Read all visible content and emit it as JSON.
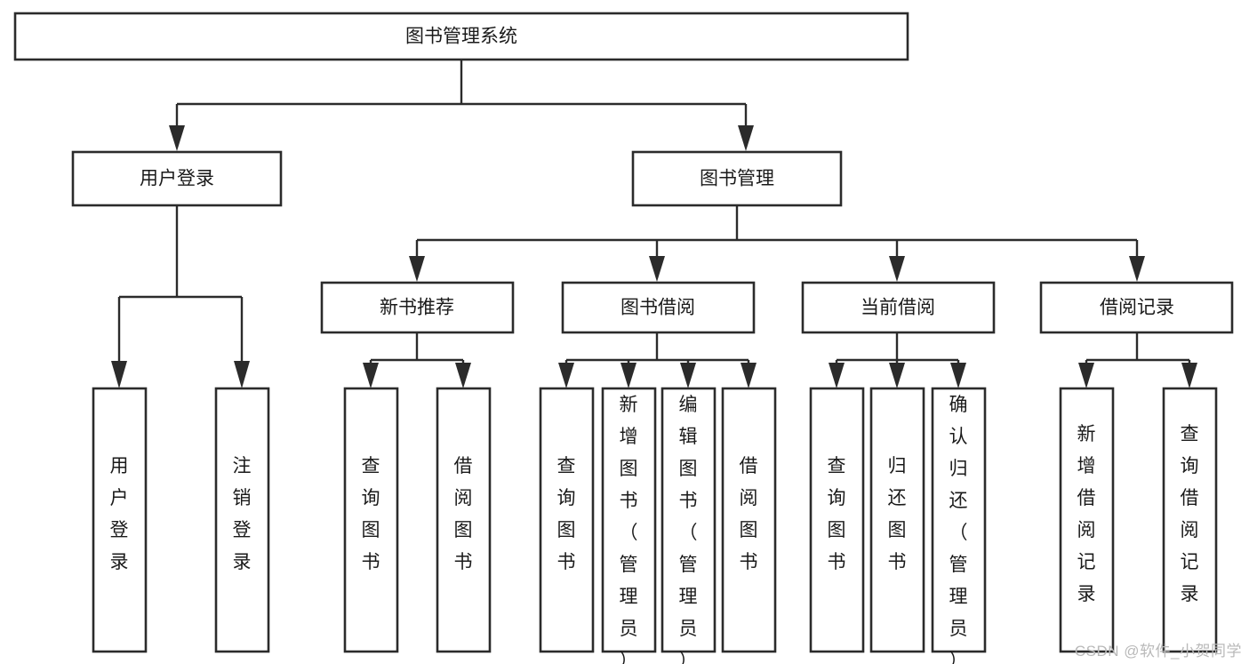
{
  "diagram": {
    "title": "图书管理系统",
    "type": "hierarchy-tree",
    "watermark": "CSDN @软件_小贺同学",
    "colors": {
      "stroke": "#2b2b2b",
      "fill": "#ffffff",
      "text": "#1a1a1a",
      "watermark": "#b9b9b9"
    },
    "nodes": {
      "root": {
        "label": "图书管理系统",
        "level": 1,
        "orientation": "horizontal"
      },
      "l2": [
        {
          "id": "user-login",
          "label": "用户登录",
          "level": 2,
          "orientation": "horizontal"
        },
        {
          "id": "book-manage",
          "label": "图书管理",
          "level": 2,
          "orientation": "horizontal"
        }
      ],
      "l3": [
        {
          "id": "new-book-rec",
          "label": "新书推荐",
          "level": 3,
          "orientation": "horizontal"
        },
        {
          "id": "book-borrow",
          "label": "图书借阅",
          "level": 3,
          "orientation": "horizontal"
        },
        {
          "id": "current-borrow",
          "label": "当前借阅",
          "level": 3,
          "orientation": "horizontal"
        },
        {
          "id": "borrow-record",
          "label": "借阅记录",
          "level": 3,
          "orientation": "horizontal"
        }
      ],
      "leaves": [
        {
          "id": "leaf-user-login",
          "label": "用户登录",
          "parent": "user-login",
          "orientation": "vertical"
        },
        {
          "id": "leaf-logout-login",
          "label": "注销登录",
          "parent": "user-login",
          "orientation": "vertical"
        },
        {
          "id": "leaf-query-book-1",
          "label": "查询图书",
          "parent": "new-book-rec",
          "orientation": "vertical"
        },
        {
          "id": "leaf-borrow-book-1",
          "label": "借阅图书",
          "parent": "new-book-rec",
          "orientation": "vertical"
        },
        {
          "id": "leaf-query-book-2",
          "label": "查询图书",
          "parent": "book-borrow",
          "orientation": "vertical"
        },
        {
          "id": "leaf-add-book",
          "label": "新增图书（管理员）",
          "parent": "book-borrow",
          "orientation": "vertical"
        },
        {
          "id": "leaf-edit-book",
          "label": "编辑图书（管理员）",
          "parent": "book-borrow",
          "orientation": "vertical"
        },
        {
          "id": "leaf-borrow-book-2",
          "label": "借阅图书",
          "parent": "book-borrow",
          "orientation": "vertical"
        },
        {
          "id": "leaf-query-book-3",
          "label": "查询图书",
          "parent": "current-borrow",
          "orientation": "vertical"
        },
        {
          "id": "leaf-return-book",
          "label": "归还图书",
          "parent": "current-borrow",
          "orientation": "vertical"
        },
        {
          "id": "leaf-confirm-return",
          "label": "确认归还（管理员）",
          "parent": "current-borrow",
          "orientation": "vertical"
        },
        {
          "id": "leaf-add-record",
          "label": "新增借阅记录",
          "parent": "borrow-record",
          "orientation": "vertical"
        },
        {
          "id": "leaf-query-record",
          "label": "查询借阅记录",
          "parent": "borrow-record",
          "orientation": "vertical"
        }
      ]
    }
  }
}
